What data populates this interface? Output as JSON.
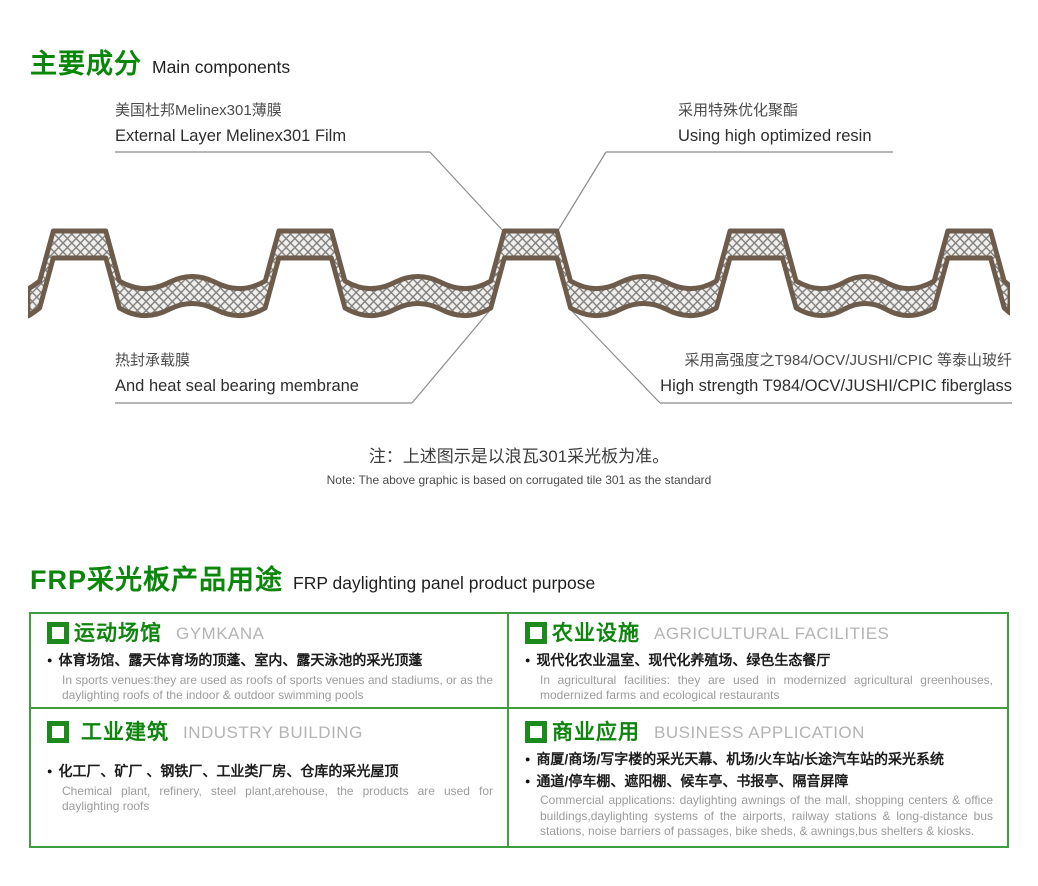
{
  "colors": {
    "heading_green": "#0a870a",
    "table_border_green": "#3f9c3f",
    "cell_title_green": "#0f850f",
    "subtitle_gray": "#b4b4b4",
    "panel_outline_brown": "#6d5c4b",
    "hatch_gray": "#7e7e7e"
  },
  "section_components": {
    "title_zh": "主要成分",
    "title_en": "Main components",
    "labels": {
      "top_left": {
        "zh": "美国杜邦Melinex301薄膜",
        "en": "External Layer Melinex301 Film"
      },
      "top_right": {
        "zh": "采用特殊优化聚酯",
        "en": "Using high optimized resin"
      },
      "bottom_left": {
        "zh": "热封承载膜",
        "en": "And heat seal bearing membrane"
      },
      "bottom_right": {
        "zh": "采用高强度之T984/OCV/JUSHI/CPIC 等泰山玻纤",
        "en": "High strength T984/OCV/JUSHI/CPIC fiberglass"
      }
    },
    "note": {
      "zh": "注：上述图示是以浪瓦301采光板为准。",
      "en": "Note: The above graphic is based on corrugated tile 301 as the standard"
    },
    "diagram_icon": "corrugated-panel-cross-section"
  },
  "section_purpose": {
    "title_zh": "FRP采光板产品用途",
    "title_en": "FRP daylighting panel product purpose",
    "cells": [
      {
        "title_zh": "运动场馆",
        "title_en": "GYMKANA",
        "points": [
          "体育场馆、露天体育场的顶蓬、室内、露天泳池的采光顶蓬"
        ],
        "desc": "In sports venues:they are used as roofs of sports venues and stadiums, or as the daylighting roofs of the indoor & outdoor swimming pools"
      },
      {
        "title_zh": "农业设施",
        "title_en": "AGRICULTURAL FACILITIES",
        "points": [
          "现代化农业温室、现代化养殖场、绿色生态餐厅"
        ],
        "desc": "In agricultural facilities: they are used in modernized agricultural greenhouses, modernized farms and ecological restaurants"
      },
      {
        "title_zh": "工业建筑",
        "title_en": "INDUSTRY BUILDING",
        "points": [
          "化工厂、矿厂 、钢铁厂、工业类厂房、仓库的采光屋顶"
        ],
        "desc": "Chemical plant, refinery, steel plant,arehouse, the products are used for daylighting roofs"
      },
      {
        "title_zh": "商业应用",
        "title_en": "BUSINESS APPLICATION",
        "points": [
          "商厦/商场/写字楼的采光天幕、机场/火车站/长途汽车站的采光系统",
          "通道/停车棚、遮阳棚、候车亭、书报亭、隔音屏障"
        ],
        "desc": "Commercial applications: daylighting awnings of the mall, shopping centers & office buildings,daylighting systems of the airports, railway stations & long-distance bus stations, noise barriers of passages, bike sheds, & awnings,bus shelters & kiosks."
      }
    ]
  }
}
